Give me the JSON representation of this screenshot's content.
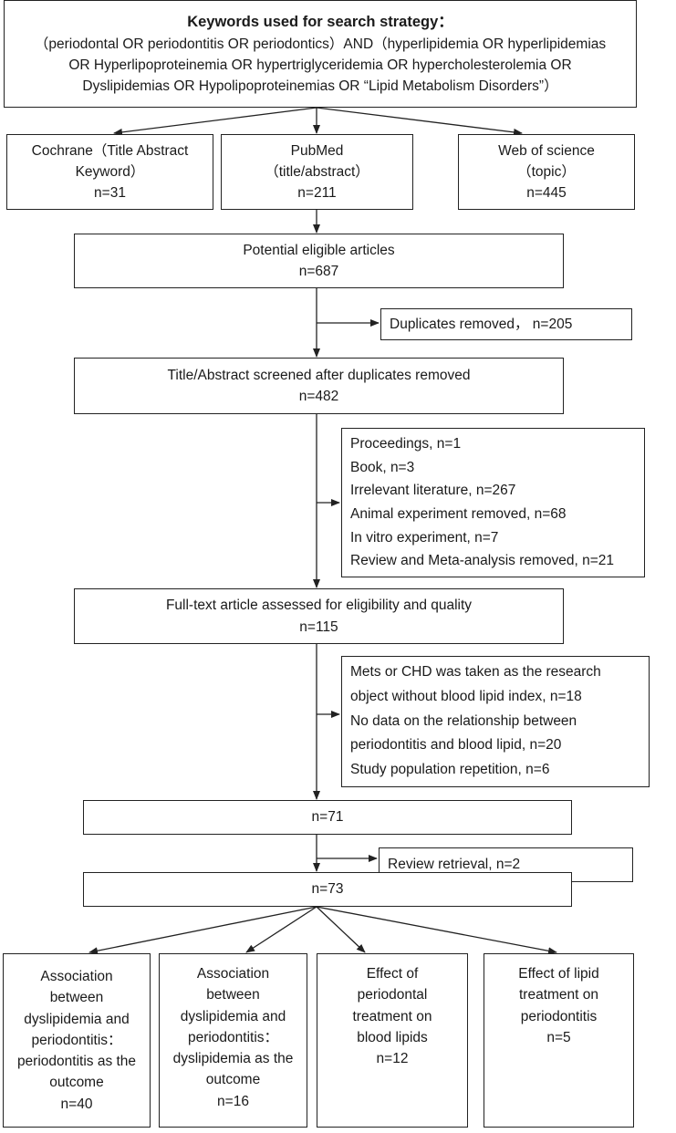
{
  "search": {
    "title": "Keywords used for search strategy：",
    "lines": [
      "（periodontal OR periodontitis OR periodontics）AND（hyperlipidemia OR hyperlipidemias",
      "OR Hyperlipoproteinemia OR hypertriglyceridemia OR hypercholesterolemia OR",
      "Dyslipidemias OR Hypolipoproteinemias OR “Lipid Metabolism Disorders”）"
    ]
  },
  "databases": [
    {
      "lines": [
        "Cochrane（Title Abstract",
        "Keyword）"
      ],
      "count": "n=31"
    },
    {
      "lines": [
        "PubMed",
        "（title/abstract）"
      ],
      "count": "n=211"
    },
    {
      "lines": [
        "Web of science",
        "（topic）"
      ],
      "count": "n=445"
    }
  ],
  "potential": {
    "label": "Potential eligible articles",
    "count": "n=687"
  },
  "duplicates": {
    "label": "Duplicates removed， n=205"
  },
  "screened": {
    "label": "Title/Abstract screened after duplicates removed",
    "count": "n=482"
  },
  "excluded_screen": {
    "items": [
      "Proceedings, n=1",
      "Book, n=3",
      "Irrelevant literature, n=267",
      "Animal experiment removed, n=68",
      "In vitro experiment, n=7",
      "Review and Meta-analysis removed, n=21"
    ]
  },
  "fulltext": {
    "label": "Full-text article assessed for eligibility and quality",
    "count": "n=115"
  },
  "excluded_fulltext": {
    "items": [
      "Mets or CHD was taken as the research",
      "object without blood lipid index, n=18",
      "No data on the relationship between",
      "periodontitis and blood lipid, n=20",
      "Study population repetition, n=6"
    ]
  },
  "after_fulltext": {
    "count": "n=71"
  },
  "review_retrieval": {
    "label": "Review retrieval, n=2"
  },
  "final": {
    "count": "n=73"
  },
  "outcomes": [
    {
      "lines": [
        "Association",
        "between",
        "dyslipidemia and",
        "periodontitis：",
        "periodontitis as the",
        "outcome"
      ],
      "count": "n=40"
    },
    {
      "lines": [
        "Association",
        "between",
        "dyslipidemia and",
        "periodontitis：",
        "dyslipidemia as the",
        "outcome"
      ],
      "count": "n=16"
    },
    {
      "lines": [
        "Effect of",
        "periodontal",
        "treatment on",
        "blood lipids"
      ],
      "count": "n=12"
    },
    {
      "lines": [
        "Effect of lipid",
        "treatment on",
        "periodontitis"
      ],
      "count": "n=5"
    }
  ]
}
